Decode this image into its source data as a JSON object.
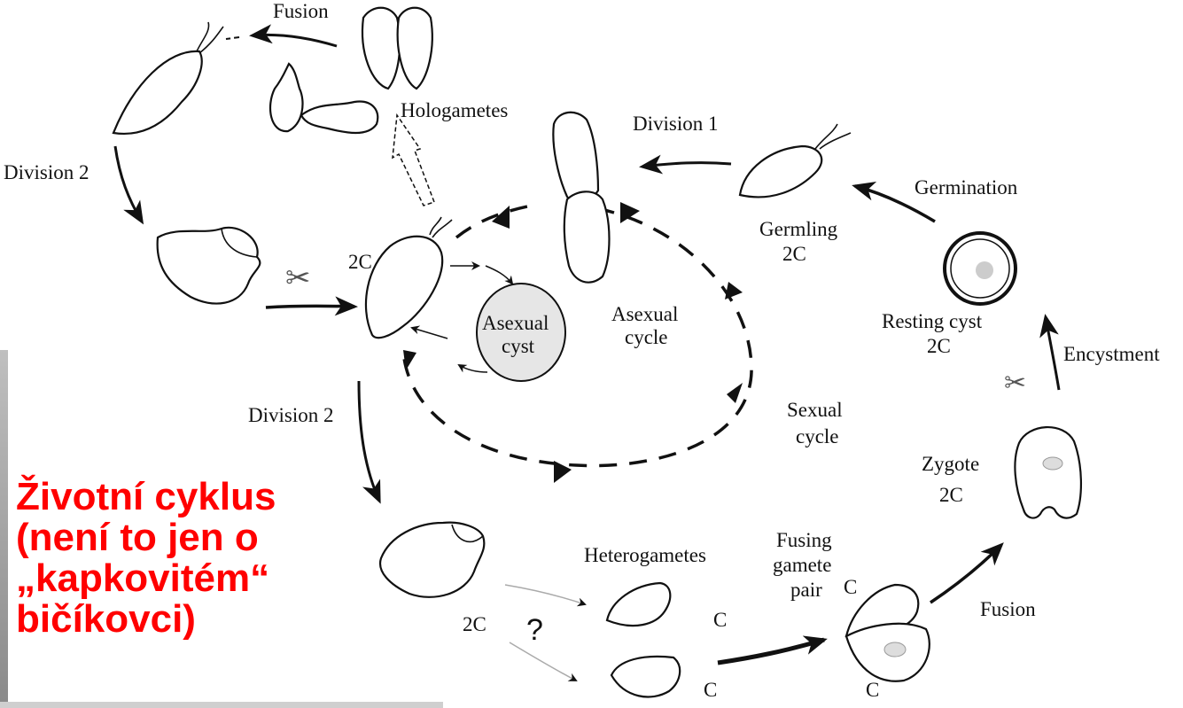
{
  "labels": {
    "fusion_top": "Fusion",
    "hologametes": "Hologametes",
    "division2_top": "Division 2",
    "twoC_center": "2C",
    "asexual_cyst_1": "Asexual",
    "asexual_cyst_2": "cyst",
    "asexual_cycle_1": "Asexual",
    "asexual_cycle_2": "cycle",
    "division1": "Division 1",
    "germination": "Germination",
    "germling": "Germling",
    "germling_2c": "2C",
    "resting_cyst": "Resting cyst",
    "resting_cyst_2c": "2C",
    "encystment": "Encystment",
    "division2_mid": "Division 2",
    "sexual_cycle_1": "Sexual",
    "sexual_cycle_2": "cycle",
    "zygote": "Zygote",
    "zygote_2c": "2C",
    "heterogametes": "Heterogametes",
    "fusing_1": "Fusing",
    "fusing_2": "gamete",
    "fusing_3": "pair",
    "c_fusing": "C",
    "twoC_bottom": "2C",
    "question": "?",
    "c_right": "C",
    "c_bottom": "C",
    "c_bottom_fusing": "C",
    "fusion_bottom": "Fusion"
  },
  "caption": {
    "line1": "Životní cyklus",
    "line2": "(není to jen o",
    "line3": "„kapkovitém“",
    "line4": "bičíkovci)"
  },
  "colors": {
    "caption": "#ff0000",
    "cyst_fill": "#e6e6e6",
    "nucleus": "#cccccc"
  },
  "icons": [
    "scissors-icon",
    "scissors-icon"
  ]
}
